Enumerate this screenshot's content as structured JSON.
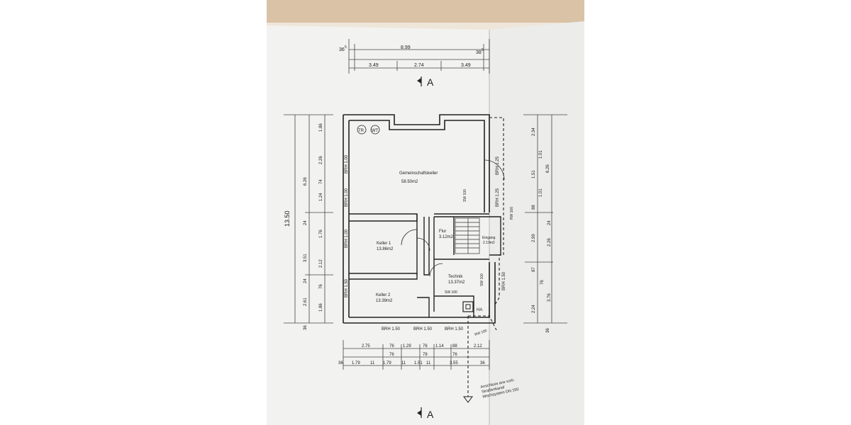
{
  "section_marker": "A",
  "top_dims": {
    "overall": "8.99",
    "left_offset": "36",
    "left_offset_sup": "5",
    "right_offset": "38",
    "right_offset_sup": "5",
    "segments": [
      "3.49",
      "2.74",
      "3.49"
    ]
  },
  "rooms": [
    {
      "name": "Gemeinschaftskeller",
      "area": "58.50m2"
    },
    {
      "name": "Keller 1",
      "area": "13.86m2"
    },
    {
      "name": "Keller 2",
      "area": "13.39m2"
    },
    {
      "name": "Flur",
      "area": "3.12m2"
    },
    {
      "name": "Eingang",
      "area": "2.19m2"
    },
    {
      "name": "Technik",
      "area": "13.37m2"
    }
  ],
  "fixtures": {
    "tr": "TR",
    "wt": "WT",
    "ha": "HA"
  },
  "window_labels": {
    "brh_100_a": "BRH 1.00",
    "brh_100_b": "BRH 1.00",
    "brh_100_c": "BRH 1.00",
    "brh_150_left": "BRH 1.50",
    "brh_125_a": "BRH 1.25",
    "brh_125_b": "BRH 1.25",
    "brh_150_right": "BRH 1.50",
    "brh_150_bottom_a": "BRH 1.50",
    "brh_150_bottom_b": "BRH 1.50",
    "brh_150_bottom_c": "BRH 1.50"
  },
  "pipe_labels": {
    "sw_100_a": "SW 100",
    "sw_100_b": "SW 100",
    "sw_100_c": "SW 100",
    "rw_100_a": "RW 100",
    "rw_100_b": "RW 100"
  },
  "left_dims": {
    "overall": "13.50",
    "mid": [
      "6.26",
      "3.51",
      "2.61"
    ],
    "inner": [
      "1.86",
      "2.26",
      "74",
      "1.24",
      "24",
      "1.76",
      "2.12",
      "24",
      "76",
      "1.86",
      "36"
    ]
  },
  "right_dims": {
    "overall": "6.26",
    "mid": [
      "2.34",
      "88",
      "2.99",
      "24",
      "2.24",
      "36"
    ],
    "inner": [
      "1.01",
      "1.51",
      "1.01",
      "2.26",
      "87",
      "76",
      "3.76"
    ]
  },
  "bottom_dims": {
    "row1": [
      "2.75",
      "76",
      "1.29",
      "76",
      "1.14",
      "88",
      "2.12"
    ],
    "row2": [
      "76",
      "78",
      "76"
    ],
    "row3": [
      "36",
      "1.79",
      "11",
      "1.79",
      "11",
      "1.51",
      "11",
      "3.55",
      "36"
    ]
  },
  "annotation": [
    "Anschluss ans vorh.",
    "Straßenkanal",
    "Mischsystem DN 150"
  ]
}
